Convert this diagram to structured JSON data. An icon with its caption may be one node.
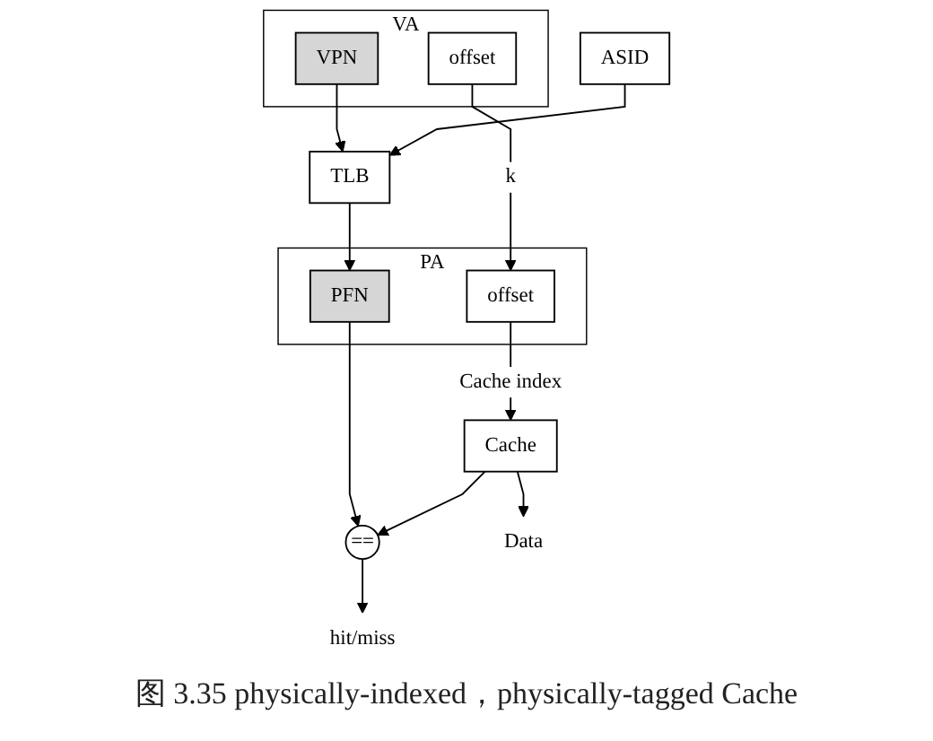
{
  "diagram": {
    "caption": "图 3.35 physically-indexed，physically-tagged Cache",
    "nodes": [
      {
        "text": [
          "VA"
        ]
      },
      {
        "text": [
          "VPN"
        ],
        "in": 0
      },
      {
        "text": [
          "offset"
        ],
        "in": 0
      },
      {
        "text": [
          "ASID"
        ]
      },
      {
        "text": [
          "TLB"
        ]
      },
      {
        "text": [
          "PA"
        ]
      },
      {
        "text": [
          "PFN"
        ],
        "in": 5
      },
      {
        "text": [
          "offset"
        ],
        "in": 5
      },
      {
        "text": [
          "Cache"
        ]
      },
      {
        "text": [
          "=="
        ]
      },
      {
        "text": [
          "hit/miss"
        ]
      },
      {
        "text": [
          "Data"
        ]
      }
    ],
    "edges": [
      {
        "from": 1,
        "to": 4,
        "arrow": "to"
      },
      {
        "from": 3,
        "to": 4,
        "arrow": "to"
      },
      {
        "from": 4,
        "to": 6,
        "arrow": "to"
      },
      {
        "from": 2,
        "to": 7,
        "arrow": "to",
        "label": "k"
      },
      {
        "from": 7,
        "to": 8,
        "arrow": "to",
        "label": "Cache index"
      },
      {
        "from": 6,
        "to": 9,
        "arrow": "to"
      },
      {
        "from": 8,
        "to": 9,
        "arrow": "to"
      },
      {
        "from": 9,
        "to": 10,
        "arrow": "to"
      },
      {
        "from": 8,
        "to": 11,
        "arrow": "to"
      }
    ]
  }
}
